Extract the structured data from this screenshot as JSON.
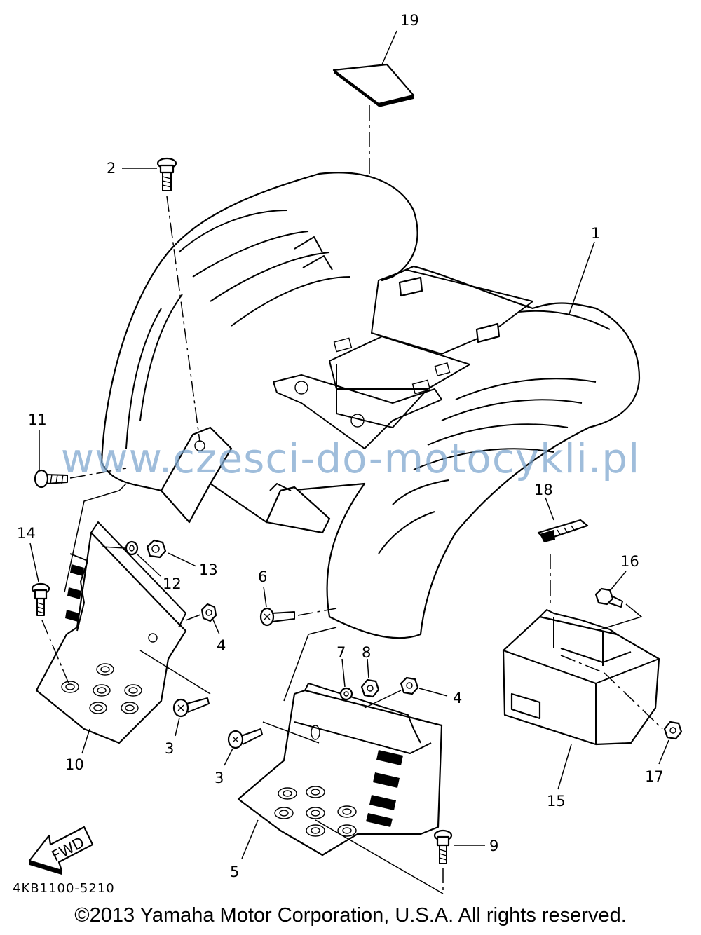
{
  "diagram": {
    "drawing_code": "4KB1100-5210",
    "fwd_arrow_label": "FWD",
    "watermark": "www.czesci-do-motocykli.pl",
    "copyright": "©2013 Yamaha Motor Corporation, U.S.A. All rights reserved.",
    "callouts": [
      "19",
      "2",
      "1",
      "11",
      "14",
      "13",
      "12",
      "4",
      "6",
      "18",
      "16",
      "7",
      "8",
      "4",
      "3",
      "10",
      "3",
      "17",
      "15",
      "9",
      "5"
    ]
  }
}
